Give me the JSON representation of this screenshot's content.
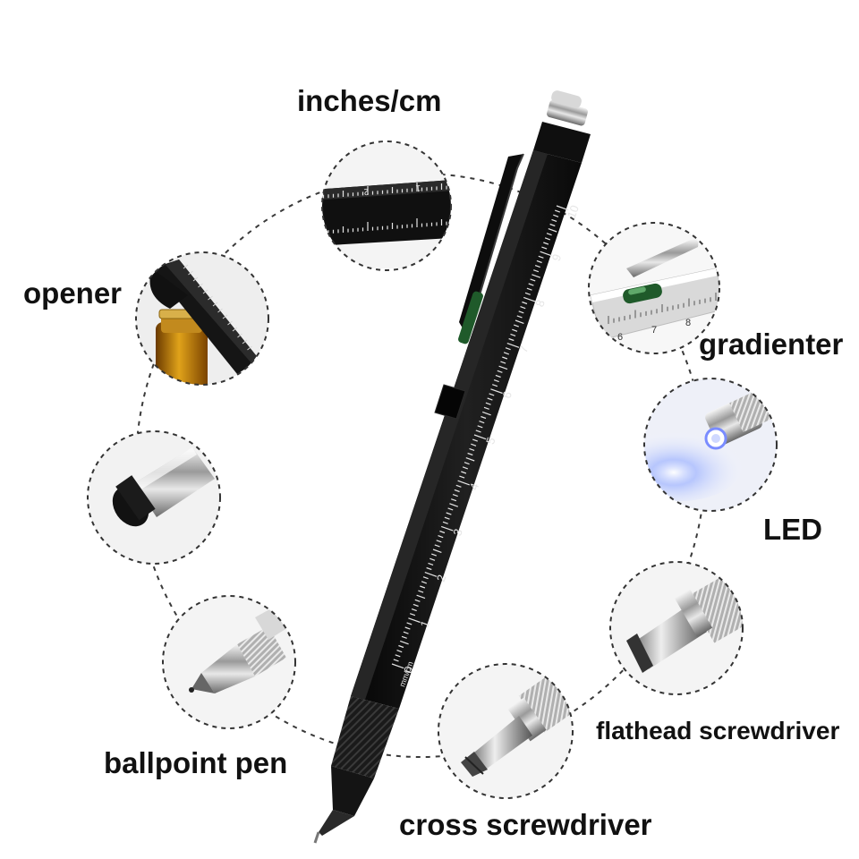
{
  "labels": {
    "inches_cm": "inches/cm",
    "opener": "opener",
    "gradienter": "gradienter",
    "led": "LED",
    "flathead": "flathead screwdriver",
    "ballpoint": "ballpoint pen",
    "cross": "cross screwdriver"
  },
  "ruler": {
    "pen_numbers": [
      "0",
      "1",
      "2",
      "3",
      "4",
      "5",
      "6",
      "7",
      "8",
      "9",
      "10"
    ],
    "unit_text": "mm/cm",
    "inset_numbers": [
      "2",
      "1"
    ],
    "gradienter_numbers": [
      "6",
      "7",
      "8"
    ]
  },
  "colors": {
    "pen_body": "#121212",
    "ruler_marks": "#e6e6e6",
    "circle_dash": "#333333",
    "label_text": "#111111",
    "level_bubble": "#1f5a2a",
    "led_glow": "#9fb4ff"
  }
}
